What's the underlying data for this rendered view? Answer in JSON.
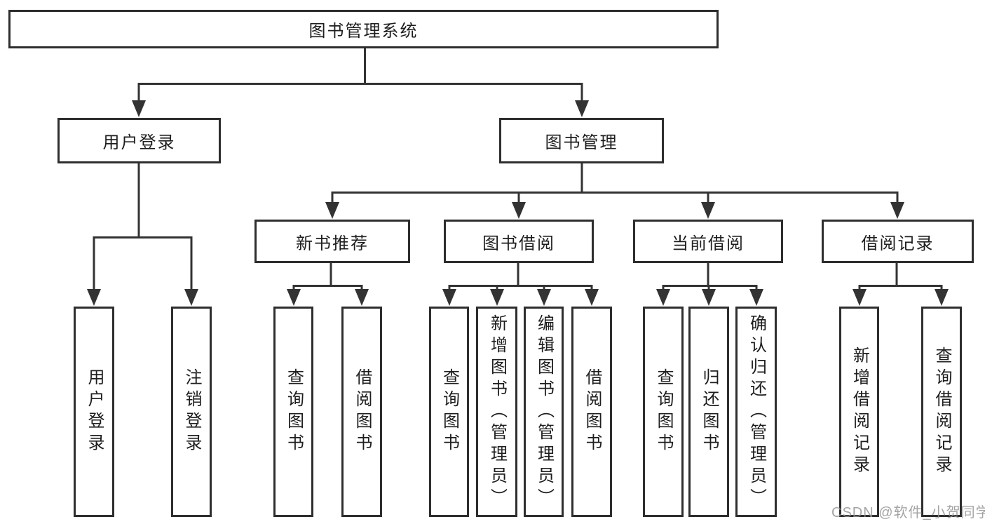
{
  "diagram": {
    "type": "hierarchy-tree",
    "colors": {
      "line": "#333333",
      "box_border": "#2e2e2e",
      "text": "#1e1e1e",
      "background": "#ffffff",
      "watermark": "#949494"
    }
  },
  "tree": {
    "label": "图书管理系统",
    "children": [
      {
        "label": "用户登录",
        "children": [
          {
            "label": "用户登录"
          },
          {
            "label": "注销登录"
          }
        ]
      },
      {
        "label": "图书管理",
        "children": [
          {
            "label": "新书推荐",
            "children": [
              {
                "label": "查询图书"
              },
              {
                "label": "借阅图书"
              }
            ]
          },
          {
            "label": "图书借阅",
            "children": [
              {
                "label": "查询图书"
              },
              {
                "label": "新增图书（管理员）"
              },
              {
                "label": "编辑图书（管理员）"
              },
              {
                "label": "借阅图书"
              }
            ]
          },
          {
            "label": "当前借阅",
            "children": [
              {
                "label": "查询图书"
              },
              {
                "label": "归还图书"
              },
              {
                "label": "确认归还（管理员）"
              }
            ]
          },
          {
            "label": "借阅记录",
            "children": [
              {
                "label": "新增借阅记录"
              },
              {
                "label": "查询借阅记录"
              }
            ]
          }
        ]
      }
    ]
  },
  "watermark": {
    "text": "CSDN @软件_小贺同学"
  }
}
